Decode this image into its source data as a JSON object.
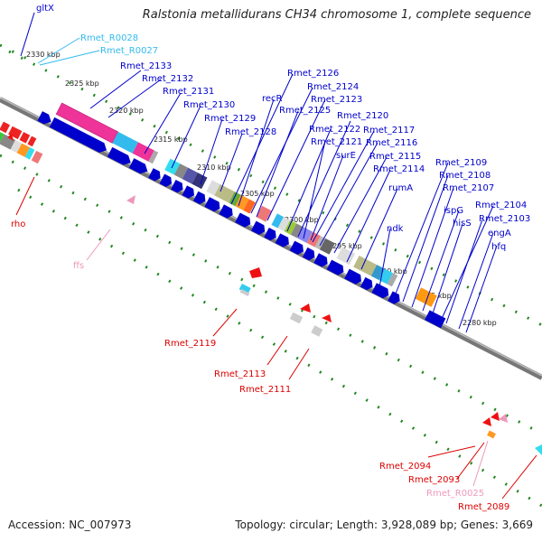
{
  "title": "Ralstonia metallidurans CH34 chromosome 1, complete sequence",
  "footer": {
    "accession": "Accession: NC_007973",
    "stats": "Topology: circular; Length: 3,928,089 bp; Genes: 3,669"
  },
  "colors": {
    "forward_gene": "#0000cc",
    "trna_label": "#dd0000",
    "ncrna_label": "#ee99bb",
    "backbone": "#888888",
    "tick_dots": "#228822"
  },
  "kbp_ticks": [
    "2330 kbp",
    "2325 kbp",
    "2320 kbp",
    "2315 kbp",
    "2310 kbp",
    "2305 kbp",
    "2300 kbp",
    "2295 kbp",
    "2290 kbp",
    "2285 kbp",
    "2280 kbp"
  ],
  "blue_labels": [
    "gltX",
    "Rmet_2133",
    "Rmet_2132",
    "Rmet_2131",
    "Rmet_2130",
    "Rmet_2129",
    "Rmet_2128",
    "Rmet_2126",
    "recR",
    "Rmet_2124",
    "Rmet_2125",
    "Rmet_2123",
    "Rmet_2120",
    "Rmet_2122",
    "Rmet_2117",
    "Rmet_2121",
    "Rmet_2116",
    "surE",
    "Rmet_2115",
    "Rmet_2114",
    "rumA",
    "Rmet_2109",
    "Rmet_2108",
    "Rmet_2107",
    "ndk",
    "ispG",
    "hisS",
    "Rmet_2104",
    "Rmet_2103",
    "engA",
    "hfq"
  ],
  "cyan_labels": [
    "Rmet_R0028",
    "Rmet_R0027"
  ],
  "red_labels": [
    "rho",
    "Rmet_2119",
    "Rmet_2113",
    "Rmet_2111",
    "Rmet_2094",
    "Rmet_2093",
    "Rmet_2089"
  ],
  "pink_labels": [
    "ffs",
    "Rmet_R0025"
  ]
}
